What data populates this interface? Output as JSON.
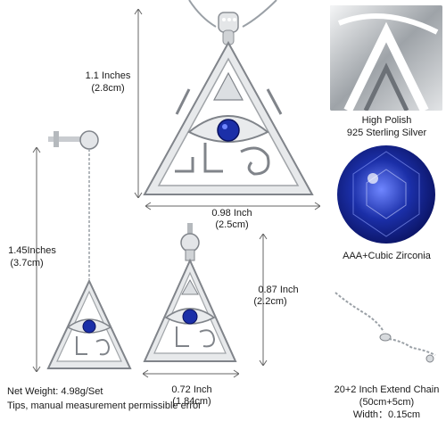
{
  "main_pendant": {
    "height_in": "1.1 Inches",
    "height_cm": "(2.8cm)",
    "width_in": "0.98 Inch",
    "width_cm": "(2.5cm)"
  },
  "drop_earring": {
    "height_in": "1.45Inches",
    "height_cm": "(3.7cm)"
  },
  "stud_earring": {
    "height_in": "0.87 Inch",
    "height_cm": "(2.2cm)",
    "width_in": "0.72 Inch",
    "width_cm": "(1.84cm)"
  },
  "right_panel": {
    "polish_line1": "High Polish",
    "polish_line2": "925 Sterling Silver",
    "stone_label": "AAA+Cubic Zirconia",
    "chain_line1": "20+2 Inch Extend Chain",
    "chain_line2": "(50cm+5cm)",
    "chain_line3": "Width：0.15cm"
  },
  "footer": {
    "weight": "Net Weight: 4.98g/Set",
    "tip": "Tips, manual measurement permissible error"
  },
  "colors": {
    "silver": "#d9dbde",
    "silver_dark": "#8c9096",
    "stone_blue": "#1b2fa8",
    "stone_dark": "#0a1260",
    "dimension_line": "#666666"
  }
}
